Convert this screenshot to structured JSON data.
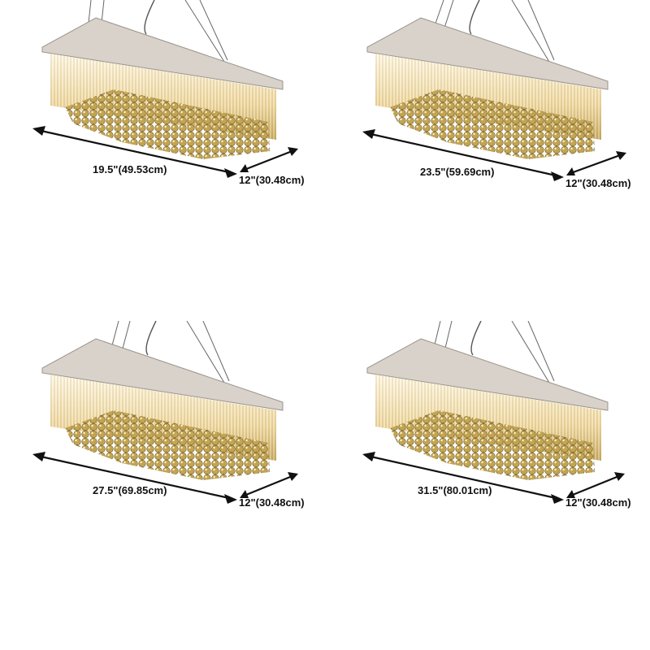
{
  "colors": {
    "background": "#ffffff",
    "arrow": "#111111",
    "frame": "#b9b2ab",
    "crystal_glow": "#f3dfa8",
    "crystal_ball": "#b79a4a"
  },
  "variants": [
    {
      "length_label": "19.5\"(49.53cm)",
      "width_label": "12\"(30.48cm)"
    },
    {
      "length_label": "23.5\"(59.69cm)",
      "width_label": "12\"(30.48cm)"
    },
    {
      "length_label": "27.5\"(69.85cm)",
      "width_label": "12\"(30.48cm)"
    },
    {
      "length_label": "31.5\"(80.01cm)",
      "width_label": "12\"(30.48cm)"
    }
  ]
}
